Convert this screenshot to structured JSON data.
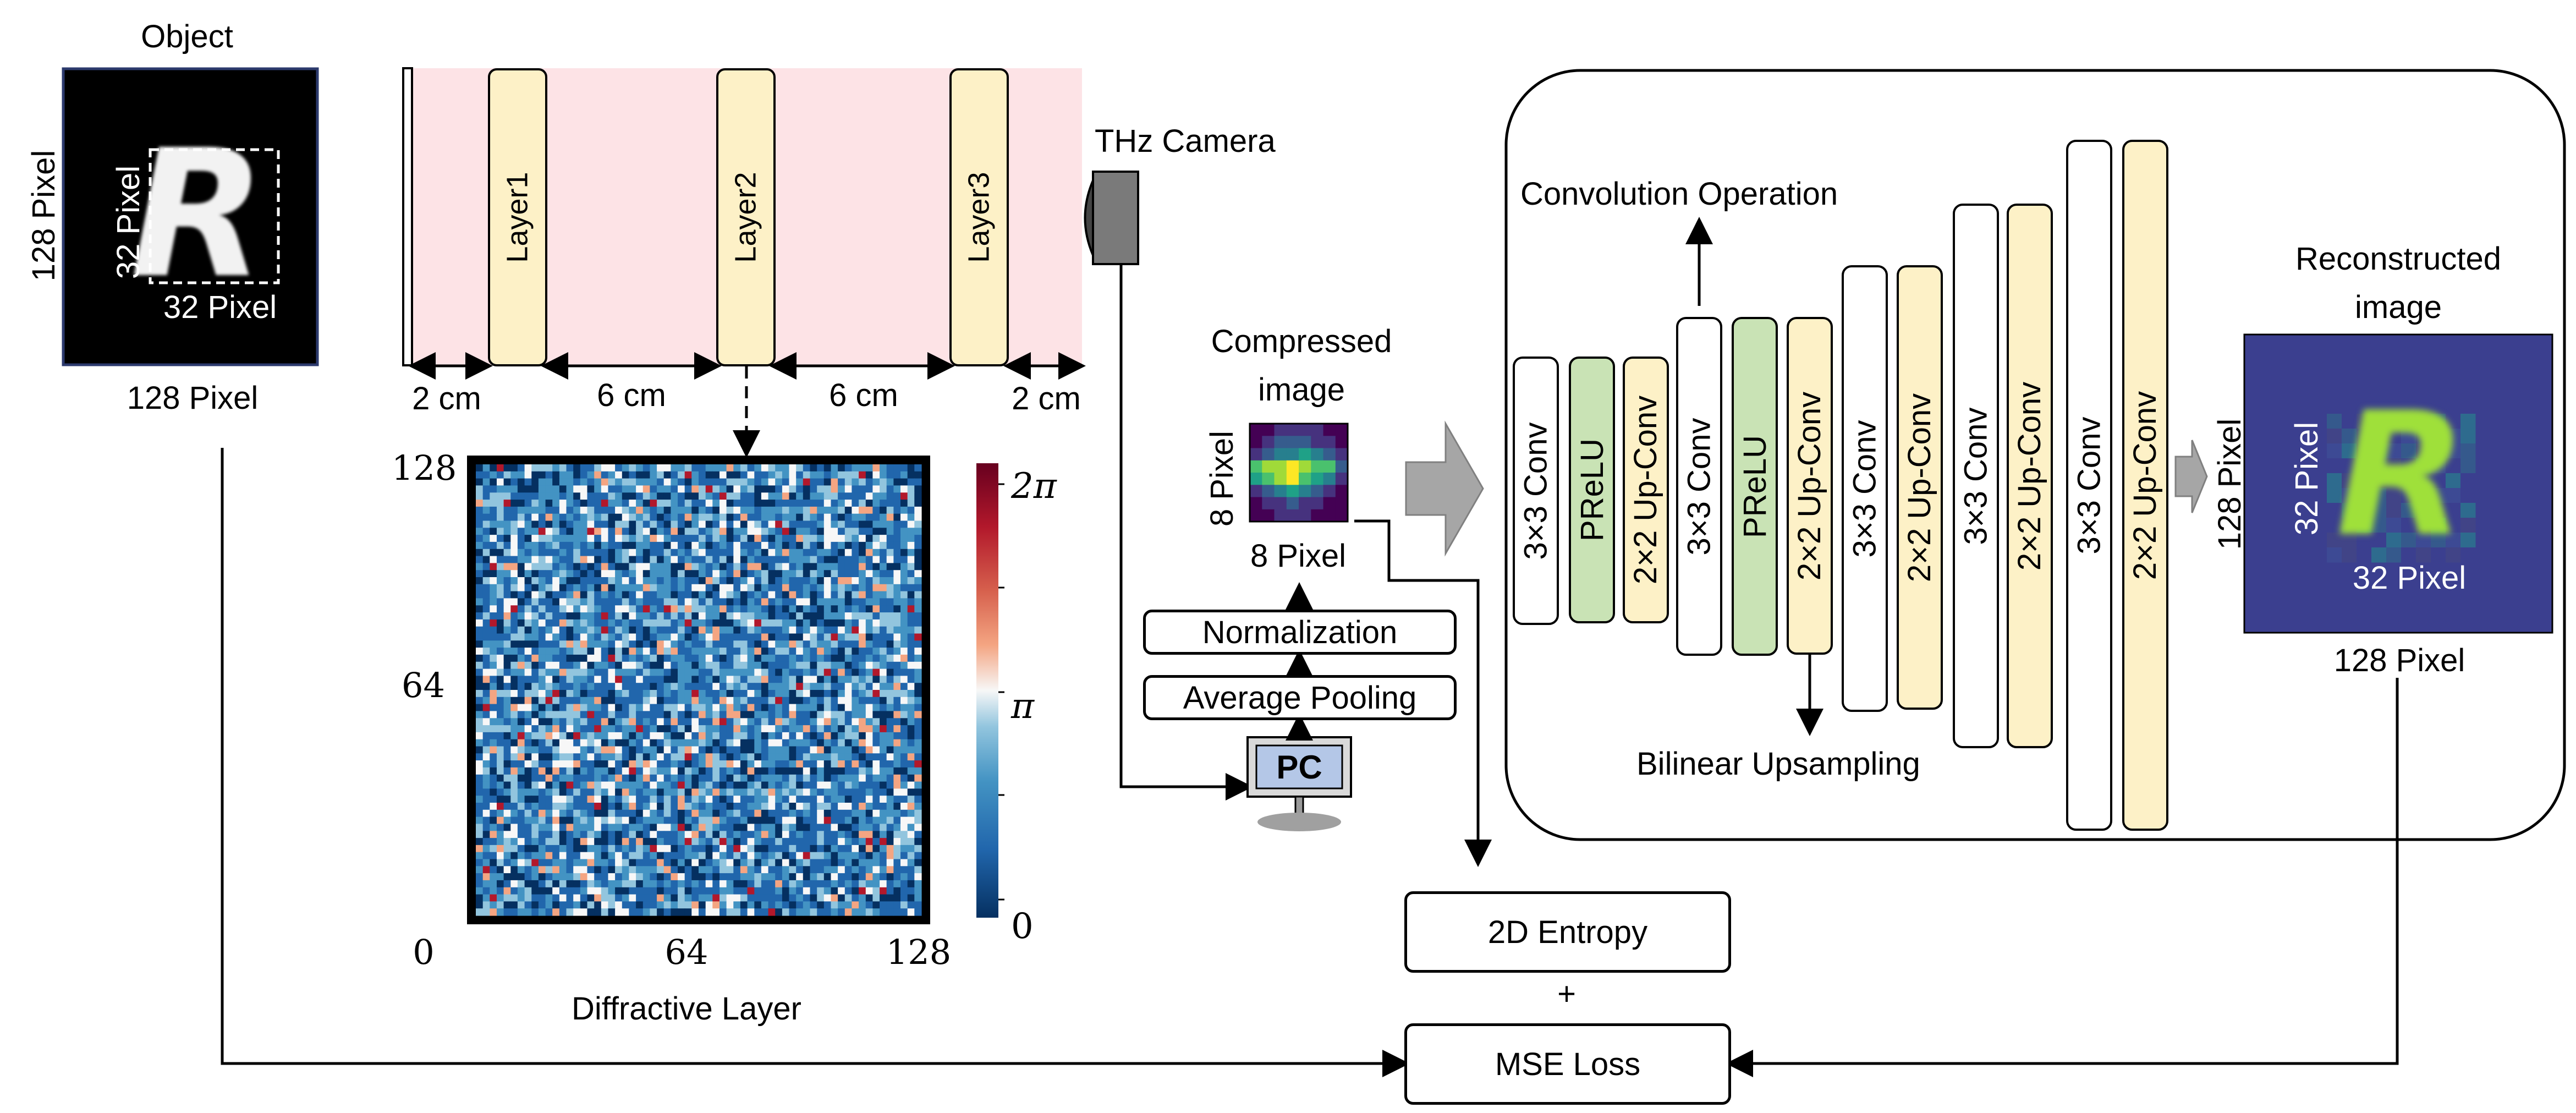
{
  "object": {
    "title": "Object",
    "pixel_left": "128 Pixel",
    "pixel_bottom": "128 Pixel",
    "roi_left": "32 Pixel",
    "roi_bottom": "32 Pixel",
    "letter": "R"
  },
  "optics": {
    "layers": [
      "Layer1",
      "Layer2",
      "Layer3"
    ],
    "distances": [
      "2 cm",
      "6 cm",
      "6 cm",
      "2 cm"
    ],
    "camera_label": "THz Camera",
    "beam_color": "#fde3e6"
  },
  "phase_map": {
    "y_ticks": [
      "128",
      "64"
    ],
    "x_ticks": [
      "0",
      "64",
      "128"
    ],
    "colorbar_ticks": [
      "2π",
      "π",
      "0"
    ],
    "xlabel": "Diffractive Layer",
    "colormap": [
      "#053061",
      "#2166ac",
      "#4393c3",
      "#92c5de",
      "#f7f7f7",
      "#f4a582",
      "#d6604d",
      "#b2182b",
      "#67001f"
    ]
  },
  "compressed": {
    "title_line1": "Compressed",
    "title_line2": "image",
    "pixel_left": "8 Pixel",
    "pixel_bottom": "8 Pixel"
  },
  "processing": {
    "normalization": "Normalization",
    "pooling": "Average Pooling",
    "pc": "PC"
  },
  "network": {
    "convolution_label": "Convolution Operation",
    "upsampling_label": "Bilinear Upsampling",
    "blocks": [
      {
        "label": "3×3 Conv",
        "kind": "white"
      },
      {
        "label": "PReLU",
        "kind": "green"
      },
      {
        "label": "2×2 Up-Conv",
        "kind": "yellow"
      },
      {
        "label": "3×3 Conv",
        "kind": "white"
      },
      {
        "label": "PReLU",
        "kind": "green"
      },
      {
        "label": "2×2 Up-Conv",
        "kind": "yellow"
      },
      {
        "label": "3×3 Conv",
        "kind": "white"
      },
      {
        "label": "2×2 Up-Conv",
        "kind": "yellow"
      },
      {
        "label": "3×3 Conv",
        "kind": "white"
      },
      {
        "label": "2×2 Up-Conv",
        "kind": "yellow"
      },
      {
        "label": "3×3 Conv",
        "kind": "white"
      },
      {
        "label": "2×2 Up-Conv",
        "kind": "yellow"
      }
    ]
  },
  "reconstructed": {
    "title_line1": "Reconstructed",
    "title_line2": "image",
    "pixel_left": "128 Pixel",
    "pixel_bottom": "128 Pixel",
    "roi_left": "32 Pixel",
    "roi_bottom": "32 Pixel",
    "letter": "R",
    "background_color": "#3b3f8f"
  },
  "loss": {
    "entropy": "2D Entropy",
    "plus": "+",
    "mse": "MSE Loss"
  }
}
